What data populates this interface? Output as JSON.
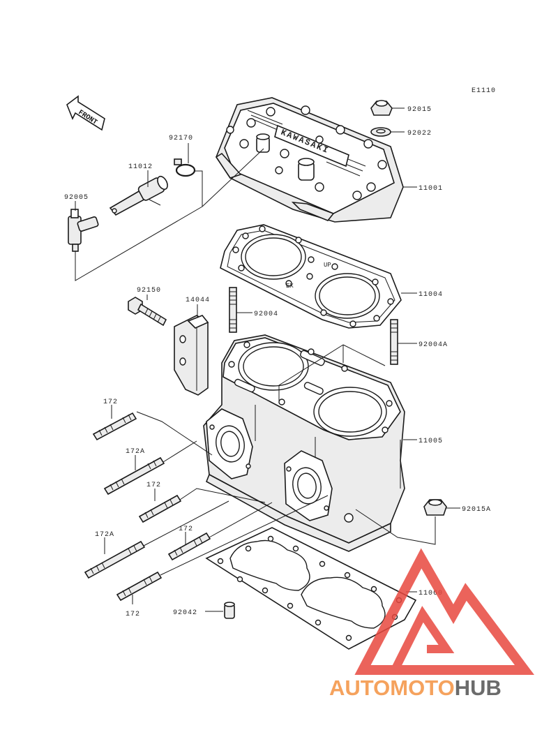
{
  "diagram_code": "E1110",
  "front_label": "FRONT",
  "cover_text": "KAWASAKI",
  "gasket_marks": {
    "up": "UP",
    "ex": "EX"
  },
  "parts": [
    {
      "id": "92015",
      "text": "92015"
    },
    {
      "id": "92022",
      "text": "92022"
    },
    {
      "id": "92170",
      "text": "92170"
    },
    {
      "id": "11012",
      "text": "11012"
    },
    {
      "id": "92005",
      "text": "92005"
    },
    {
      "id": "11001",
      "text": "11001"
    },
    {
      "id": "11004",
      "text": "11004"
    },
    {
      "id": "92150",
      "text": "92150"
    },
    {
      "id": "14044",
      "text": "14044"
    },
    {
      "id": "92004",
      "text": "92004"
    },
    {
      "id": "92004A",
      "text": "92004A"
    },
    {
      "id": "172-1",
      "text": "172"
    },
    {
      "id": "172A-1",
      "text": "172A"
    },
    {
      "id": "172-2",
      "text": "172"
    },
    {
      "id": "172A-2",
      "text": "172A"
    },
    {
      "id": "172-3",
      "text": "172"
    },
    {
      "id": "172-4",
      "text": "172"
    },
    {
      "id": "11005",
      "text": "11005"
    },
    {
      "id": "92015A",
      "text": "92015A"
    },
    {
      "id": "11060",
      "text": "11060"
    },
    {
      "id": "92042",
      "text": "92042"
    }
  ],
  "watermark": {
    "part1": "AUTOMOTO",
    "part2": "HUB",
    "color1": "#f5a25d",
    "color2": "#6b6b6b",
    "logo_color": "#e8483f"
  }
}
